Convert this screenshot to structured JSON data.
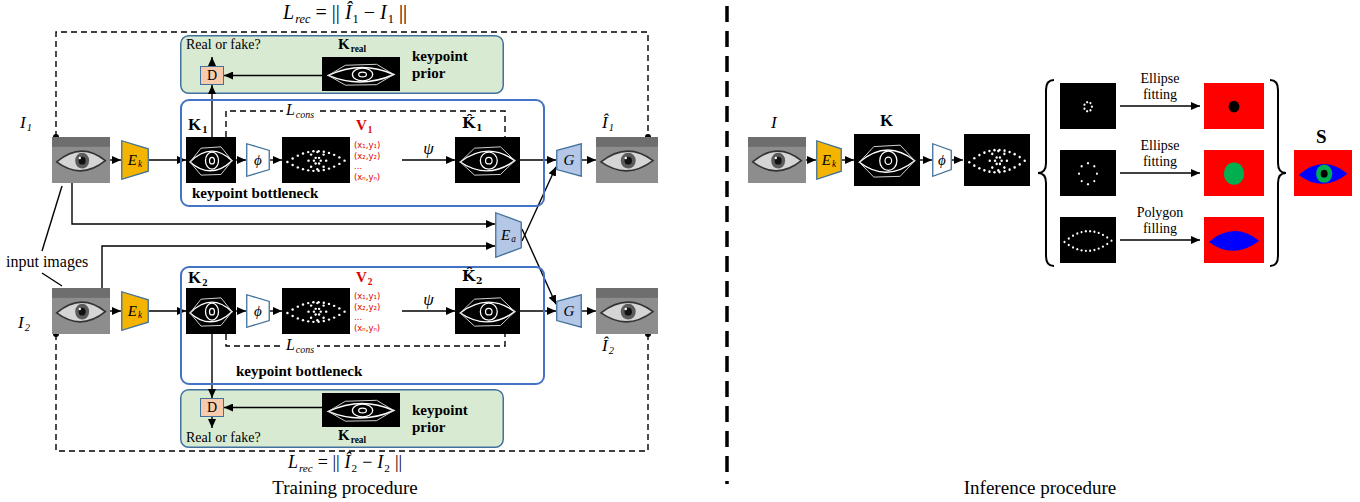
{
  "diagram": {
    "nodes": [
      {
        "text": [
          "keypoint prior"
        ]
      },
      {
        "text": [
          "D"
        ],
        "in": 0
      },
      {
        "text": [
          "K",
          "real"
        ],
        "in": 0
      },
      {
        "text": [
          "I",
          "1"
        ]
      },
      {
        "text": [
          "E",
          "k"
        ]
      },
      {
        "text": [
          "keypoint bottleneck"
        ]
      },
      {
        "text": [
          "K",
          "1"
        ],
        "in": 5
      },
      {
        "text": [
          "ϕ"
        ],
        "in": 5
      },
      {
        "text": [
          "V",
          "1",
          "(x₁,y₁)",
          "(x₂,y₂)",
          "...",
          "(xₙ,yₙ)"
        ],
        "in": 5
      },
      {
        "text": [
          "K̂",
          "1"
        ],
        "in": 5
      },
      {
        "text": [
          "G"
        ]
      },
      {
        "text": [
          "Î",
          "1"
        ]
      },
      {
        "text": [
          "E",
          "a"
        ]
      },
      {
        "text": [
          "I",
          "2"
        ]
      },
      {
        "text": [
          "E",
          "k"
        ]
      },
      {
        "text": [
          "keypoint bottleneck"
        ]
      },
      {
        "text": [
          "K",
          "2"
        ],
        "in": 15
      },
      {
        "text": [
          "ϕ"
        ],
        "in": 15
      },
      {
        "text": [
          "V",
          "2",
          "(x₁,y₁)",
          "(x₂,y₂)",
          "...",
          "(xₙ,yₙ)"
        ],
        "in": 15
      },
      {
        "text": [
          "K̂",
          "2"
        ],
        "in": 15
      },
      {
        "text": [
          "G"
        ]
      },
      {
        "text": [
          "Î",
          "2"
        ]
      },
      {
        "text": [
          "keypoint prior"
        ]
      },
      {
        "text": [
          "D"
        ],
        "in": 22
      },
      {
        "text": [
          "K",
          "real"
        ],
        "in": 22
      },
      {
        "text": [
          "I"
        ]
      },
      {
        "text": [
          "E",
          "k"
        ]
      },
      {
        "text": [
          "K"
        ]
      },
      {
        "text": [
          "ϕ"
        ]
      },
      {
        "text": [
          "S"
        ]
      }
    ],
    "edges": [
      {
        "from": 2,
        "to": 1,
        "arrow": "to"
      },
      {
        "from": 6,
        "to": 1,
        "arrow": "to"
      },
      {
        "from": 3,
        "to": 4,
        "arrow": "to"
      },
      {
        "from": 4,
        "to": 6,
        "arrow": "to"
      },
      {
        "from": 6,
        "to": 7,
        "arrow": "to"
      },
      {
        "from": 7,
        "to": 8,
        "arrow": "to"
      },
      {
        "from": 8,
        "to": 9,
        "label": "ψ",
        "arrow": "to"
      },
      {
        "from": 9,
        "to": 10,
        "arrow": "to"
      },
      {
        "from": 10,
        "to": 11,
        "arrow": "to"
      },
      {
        "from": 3,
        "to": 12,
        "arrow": "to"
      },
      {
        "from": 13,
        "to": 12,
        "arrow": "to"
      },
      {
        "from": 12,
        "to": 10,
        "arrow": "to"
      },
      {
        "from": 12,
        "to": 20,
        "arrow": "to"
      },
      {
        "from": 13,
        "to": 14,
        "arrow": "to"
      },
      {
        "from": 14,
        "to": 16,
        "arrow": "to"
      },
      {
        "from": 16,
        "to": 17,
        "arrow": "to"
      },
      {
        "from": 17,
        "to": 18,
        "arrow": "to"
      },
      {
        "from": 18,
        "to": 19,
        "label": "ψ",
        "arrow": "to"
      },
      {
        "from": 19,
        "to": 20,
        "arrow": "to"
      },
      {
        "from": 20,
        "to": 21,
        "arrow": "to"
      },
      {
        "from": 16,
        "to": 23,
        "arrow": "to"
      },
      {
        "from": 24,
        "to": 23,
        "arrow": "to"
      },
      {
        "from": 3,
        "to": 11,
        "arrow": "none"
      },
      {
        "from": 6,
        "to": 9,
        "arrow": "none"
      },
      {
        "from": 13,
        "to": 21,
        "arrow": "none"
      },
      {
        "from": 16,
        "to": 19,
        "arrow": "none"
      },
      {
        "from": 25,
        "to": 26,
        "arrow": "to"
      },
      {
        "from": 26,
        "to": 27,
        "arrow": "to"
      },
      {
        "from": 27,
        "to": 28,
        "arrow": "to"
      }
    ],
    "labels": [
      "L",
      "rec",
      "= ||",
      "Î",
      "1",
      "−",
      "I",
      "1",
      "||",
      "Real or fake?",
      "L",
      "cons",
      "input images",
      "L",
      "cons",
      "Real or fake?",
      "L",
      "rec",
      "= ||",
      "Î",
      "2",
      "−",
      "I",
      "2",
      "||",
      "Training procedure",
      "Ellipse fitting",
      "Ellipse fitting",
      "Polygon filling",
      "Inference procedure"
    ]
  }
}
